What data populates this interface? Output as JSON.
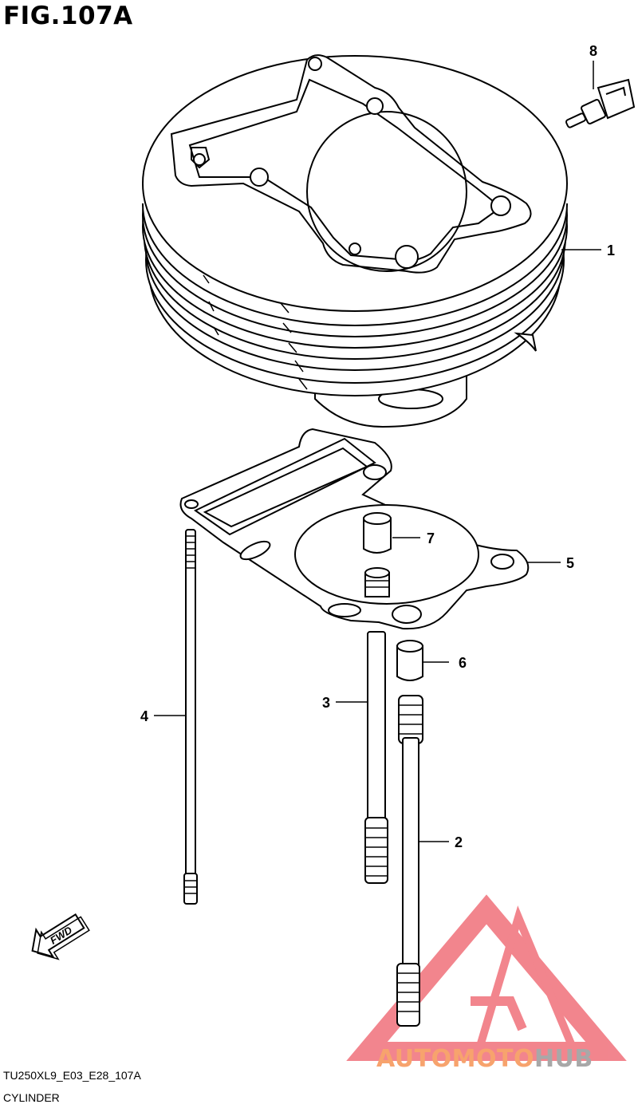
{
  "figure": {
    "title": "FIG.107A"
  },
  "parts": [
    {
      "number": "1",
      "label": "1"
    },
    {
      "number": "2",
      "label": "2"
    },
    {
      "number": "3",
      "label": "3"
    },
    {
      "number": "4",
      "label": "4"
    },
    {
      "number": "5",
      "label": "5"
    },
    {
      "number": "6",
      "label": "6"
    },
    {
      "number": "7",
      "label": "7"
    },
    {
      "number": "8",
      "label": "8"
    }
  ],
  "direction": {
    "label": "FWD"
  },
  "footer": {
    "model_code": "TU250XL9_E03_E28_107A",
    "section_name": "CYLINDER"
  },
  "watermark": {
    "part1": "AUTO",
    "part2": "MOTO",
    "part3": "HUB",
    "color_primary": "#f7a36d",
    "color_secondary": "#a8a8a8",
    "logo_color": "#f0707a"
  }
}
